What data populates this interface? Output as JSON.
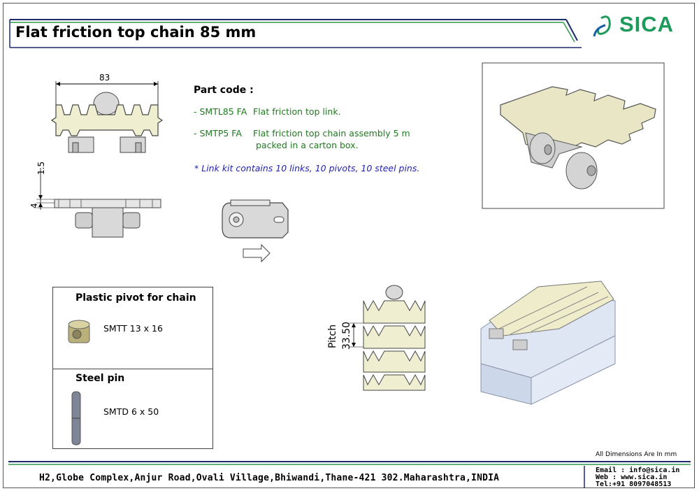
{
  "header": {
    "title": "Flat friction top chain 85 mm",
    "brand": "SICA"
  },
  "dimensions": {
    "width": "83",
    "height_top": "1.5",
    "height_base": "4",
    "pitch_label": "Pitch",
    "pitch_value": "33.50"
  },
  "part_code": {
    "heading": "Part code :",
    "items": [
      {
        "code": "- SMTL85 FA",
        "desc": "Flat friction top link."
      },
      {
        "code": "- SMTP5 FA",
        "desc": "Flat friction top chain assembly 5 m",
        "desc2": "packed in a carton box."
      }
    ],
    "note": "* Link kit contains 10 links, 10 pivots, 10 steel pins."
  },
  "accessories": {
    "pivot": {
      "heading": "Plastic pivot for chain",
      "code": "SMTT 13 x 16"
    },
    "pin": {
      "heading": "Steel pin",
      "code": "SMTD 6 x 50"
    }
  },
  "footer": {
    "dims_note": "All Dimensions Are In mm",
    "address": "H2,Globe Complex,Anjur Road,Ovali Village,Bhiwandi,Thane-421 302.Maharashtra,INDIA",
    "email": "Email : info@sica.in",
    "web": "Web  : www.sica.in",
    "tel": "Tel:+91 8097048513"
  },
  "colors": {
    "brand": "#1e9a5a",
    "navy": "#1b2a6b",
    "green": "#2f9a4a",
    "link_fill": "#efeed0",
    "note": "#1f1fb0"
  }
}
